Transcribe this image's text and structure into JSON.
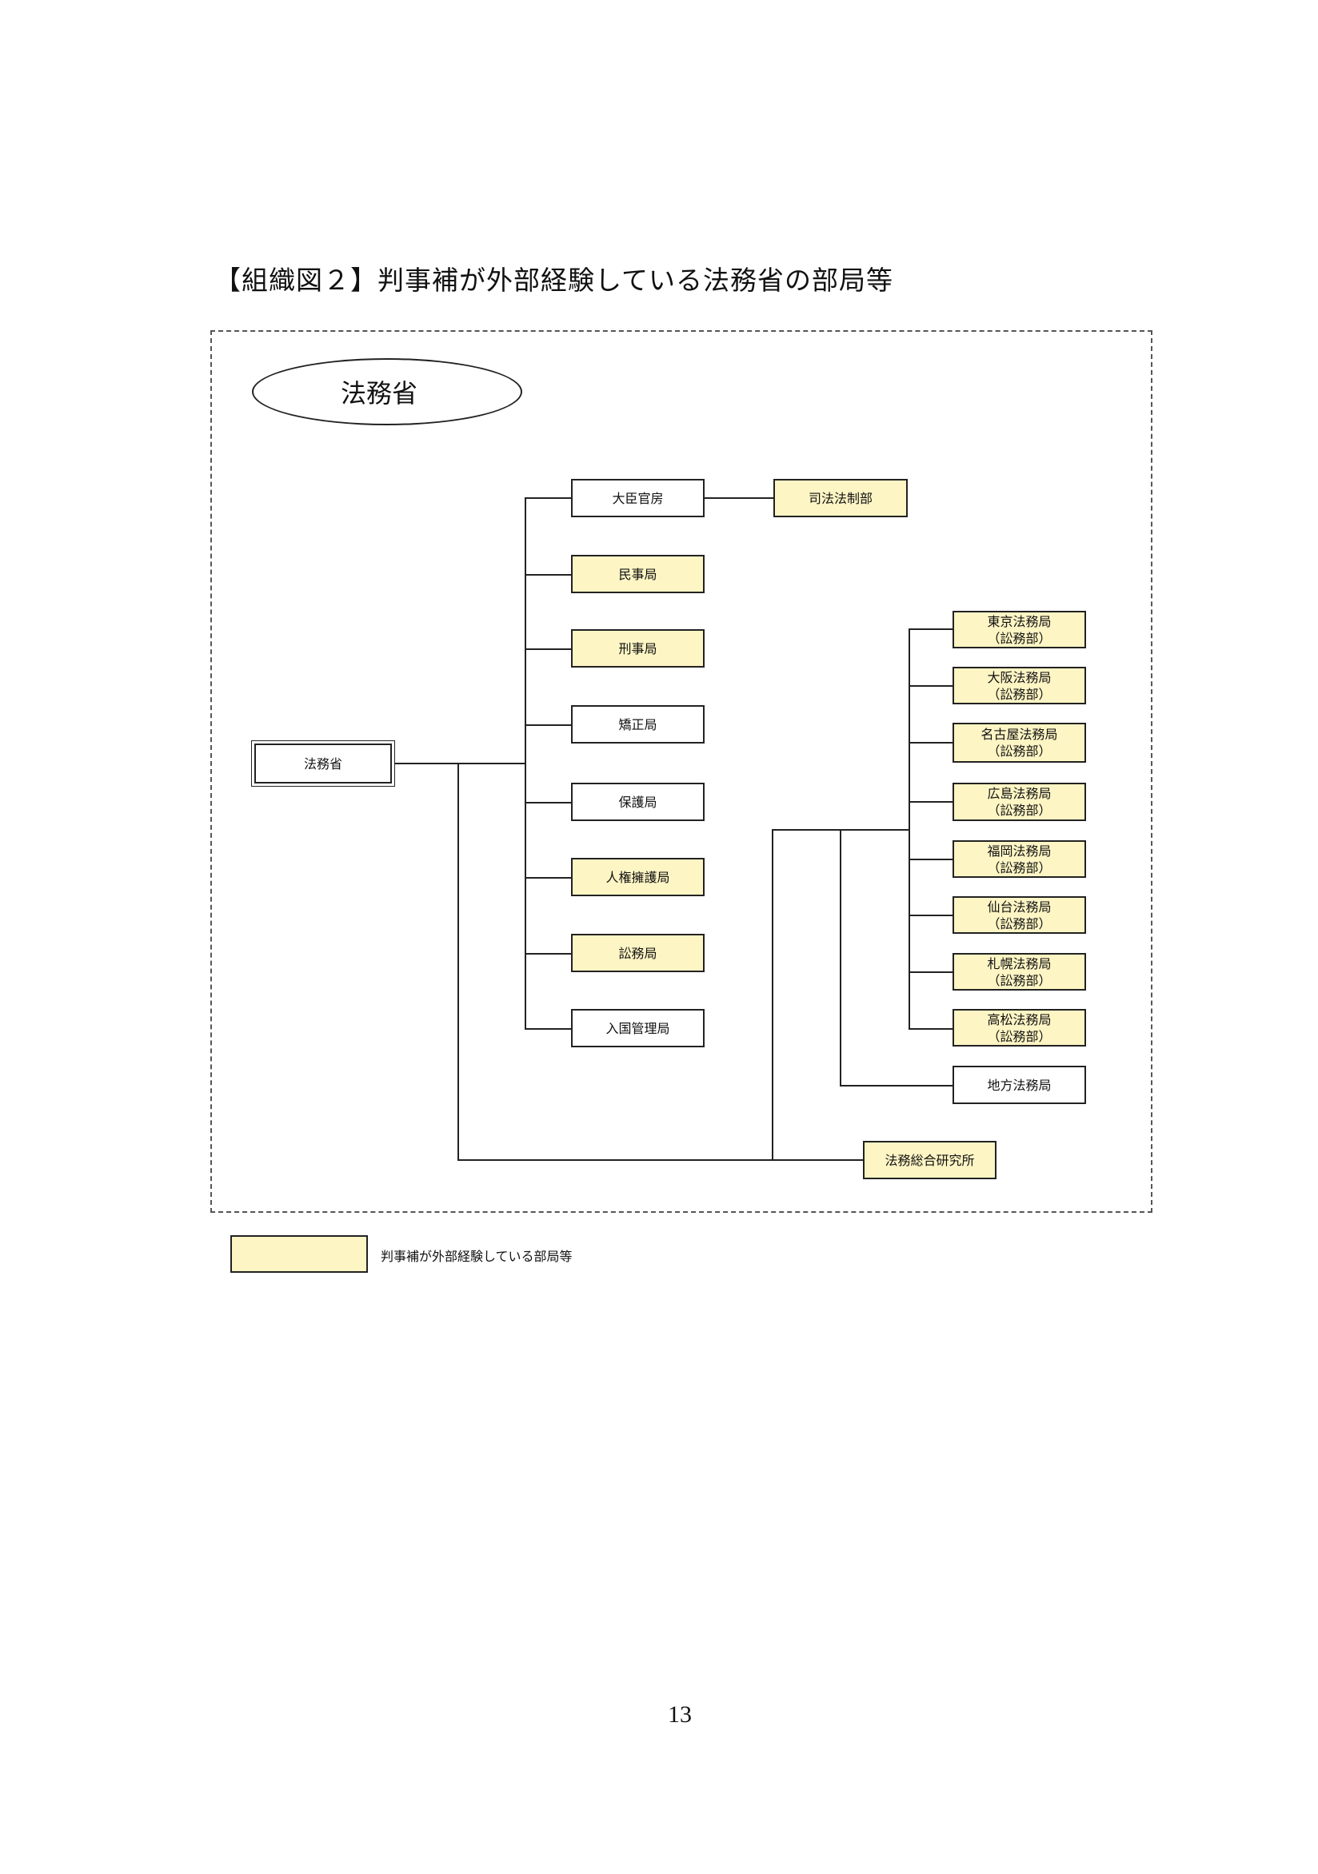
{
  "title": "【組織図２】判事補が外部経験している法務省の部局等",
  "header_label": "法務省",
  "root": "法務省",
  "internal_bureaus": [
    {
      "label": "大臣官房",
      "highlighted": false
    },
    {
      "label": "民事局",
      "highlighted": true
    },
    {
      "label": "刑事局",
      "highlighted": true
    },
    {
      "label": "矯正局",
      "highlighted": false
    },
    {
      "label": "保護局",
      "highlighted": false
    },
    {
      "label": "人権擁護局",
      "highlighted": true
    },
    {
      "label": "訟務局",
      "highlighted": true
    },
    {
      "label": "入国管理局",
      "highlighted": false
    }
  ],
  "sub_of_minister_secretariat": {
    "label": "司法法制部",
    "highlighted": true
  },
  "regional_bureaus": [
    {
      "name": "東京法務局",
      "sub": "（訟務部）",
      "highlighted": true
    },
    {
      "name": "大阪法務局",
      "sub": "（訟務部）",
      "highlighted": true
    },
    {
      "name": "名古屋法務局",
      "sub": "（訟務部）",
      "highlighted": true
    },
    {
      "name": "広島法務局",
      "sub": "（訟務部）",
      "highlighted": true
    },
    {
      "name": "福岡法務局",
      "sub": "（訟務部）",
      "highlighted": true
    },
    {
      "name": "仙台法務局",
      "sub": "（訟務部）",
      "highlighted": true
    },
    {
      "name": "札幌法務局",
      "sub": "（訟務部）",
      "highlighted": true
    },
    {
      "name": "高松法務局",
      "sub": "（訟務部）",
      "highlighted": true
    }
  ],
  "district_bureau": {
    "label": "地方法務局",
    "highlighted": false
  },
  "research_institute": {
    "label": "法務総合研究所",
    "highlighted": true
  },
  "legend": {
    "label": "判事補が外部経験している部局等",
    "color": "#fdf5c4"
  },
  "page_number": "13"
}
